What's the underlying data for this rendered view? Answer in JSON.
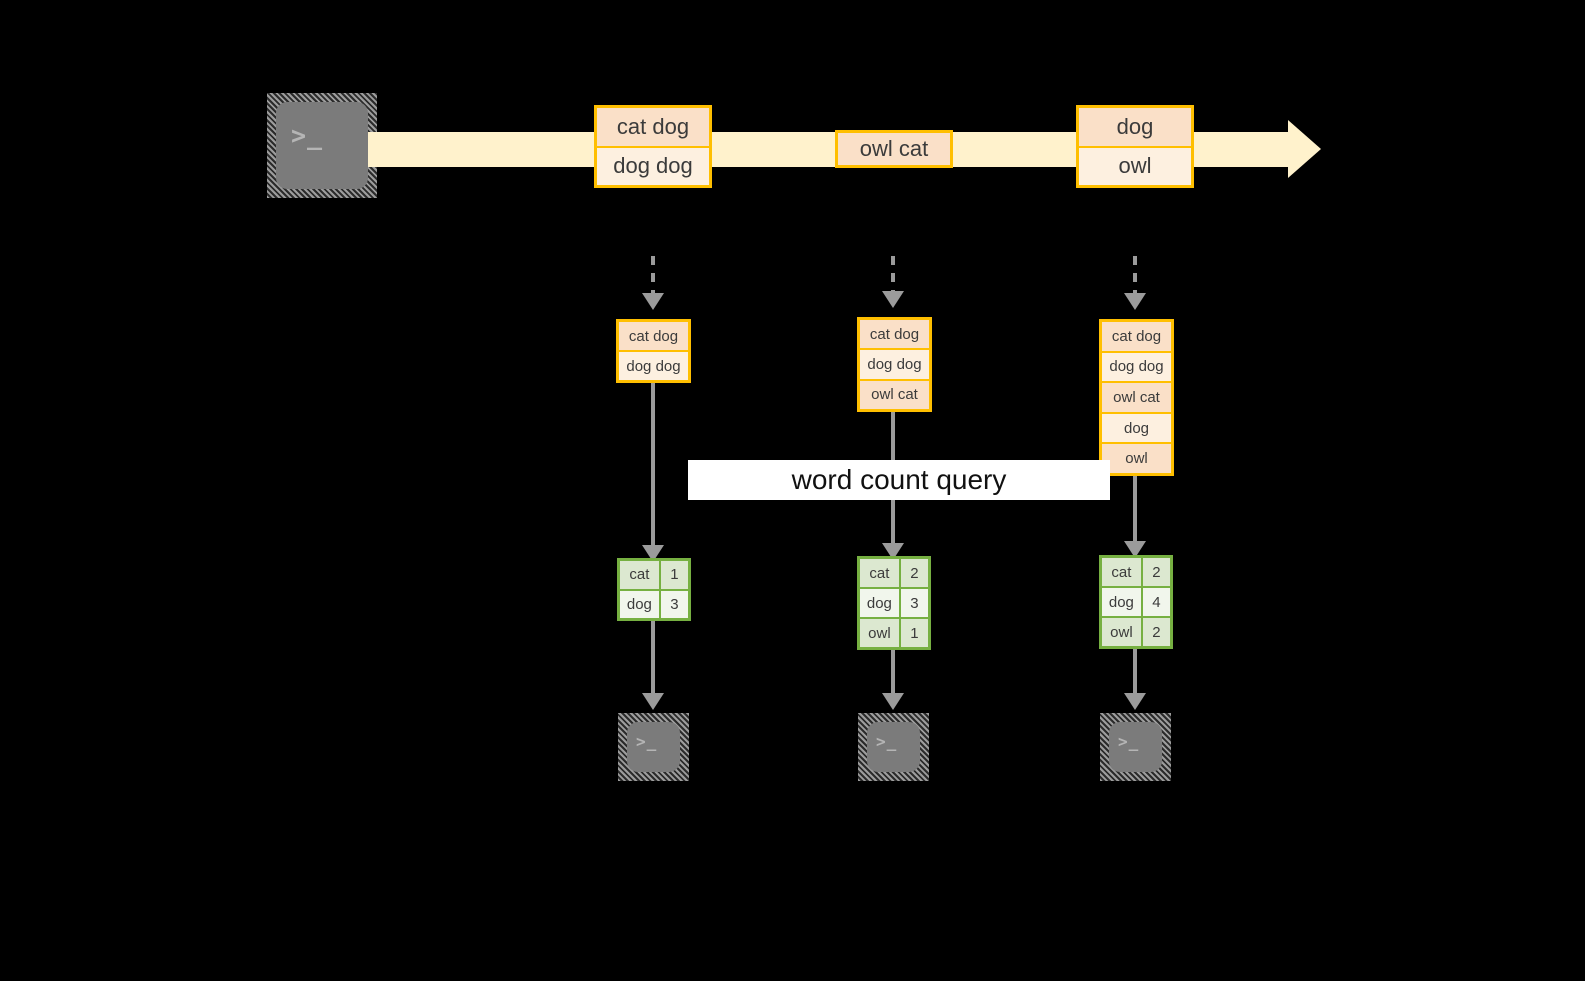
{
  "colors": {
    "background": "#000000",
    "stream_fill": "#fff2cc",
    "record_border": "#ffbf00",
    "record_fill_dark": "#fae0c8",
    "record_fill_light": "#fdf0e0",
    "table_border": "#76b041",
    "table_fill_dark": "#dce8d0",
    "table_fill_light": "#f1f6ec",
    "arrow_gray": "#9b9b9b",
    "terminal_body": "#7b7b7b",
    "label_background": "#ffffff",
    "text": "#3b3b3b"
  },
  "source": {
    "icon": "terminal-icon",
    "prompt": ">_"
  },
  "stream": {
    "direction": "left-to-right",
    "events": [
      {
        "id": "event-1",
        "lines": [
          "cat dog",
          "dog dog"
        ]
      },
      {
        "id": "event-2",
        "lines": [
          "owl cat"
        ]
      },
      {
        "id": "event-3",
        "lines": [
          "dog",
          "owl"
        ]
      }
    ]
  },
  "query_label": "word count query",
  "snapshots": [
    {
      "id": "snapshot-1",
      "accumulated": [
        "cat dog",
        "dog dog"
      ],
      "result": {
        "rows": [
          {
            "word": "cat",
            "count": "1"
          },
          {
            "word": "dog",
            "count": "3"
          }
        ]
      },
      "sink": {
        "icon": "terminal-icon",
        "prompt": ">_"
      }
    },
    {
      "id": "snapshot-2",
      "accumulated": [
        "cat dog",
        "dog dog",
        "owl cat"
      ],
      "result": {
        "rows": [
          {
            "word": "cat",
            "count": "2"
          },
          {
            "word": "dog",
            "count": "3"
          },
          {
            "word": "owl",
            "count": "1"
          }
        ]
      },
      "sink": {
        "icon": "terminal-icon",
        "prompt": ">_"
      }
    },
    {
      "id": "snapshot-3",
      "accumulated": [
        "cat dog",
        "dog dog",
        "owl cat",
        "dog",
        "owl"
      ],
      "result": {
        "rows": [
          {
            "word": "cat",
            "count": "2"
          },
          {
            "word": "dog",
            "count": "4"
          },
          {
            "word": "owl",
            "count": "2"
          }
        ]
      },
      "sink": {
        "icon": "terminal-icon",
        "prompt": ">_"
      }
    }
  ]
}
